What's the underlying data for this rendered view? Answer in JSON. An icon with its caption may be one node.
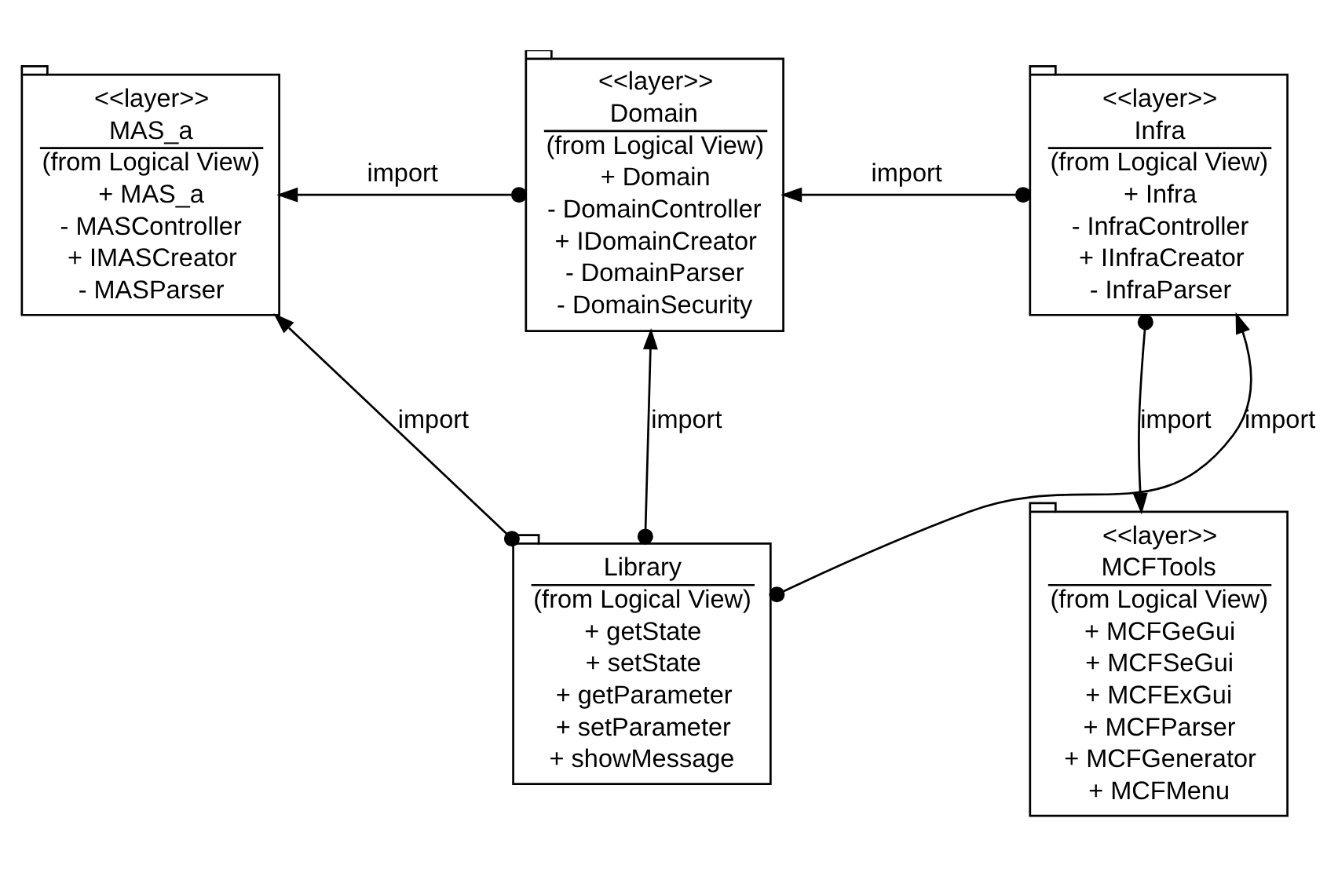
{
  "diagram": {
    "nodes": [
      {
        "text": [
          "<<layer>>",
          "MAS_a",
          "(from Logical View)",
          "+ MAS_a",
          "- MASController",
          "+ IMASCreator",
          "- MASParser"
        ]
      },
      {
        "text": [
          "<<layer>>",
          "Domain",
          "(from Logical View)",
          "+ Domain",
          "- DomainController",
          "+ IDomainCreator",
          "- DomainParser",
          "- DomainSecurity"
        ]
      },
      {
        "text": [
          "<<layer>>",
          "Infra",
          "(from Logical View)",
          "+ Infra",
          "- InfraController",
          "+ IInfraCreator",
          "- InfraParser"
        ]
      },
      {
        "text": [
          "Library",
          "(from Logical View)",
          "+ getState",
          "+ setState",
          "+ getParameter",
          "+ setParameter",
          "+ showMessage"
        ]
      },
      {
        "text": [
          "<<layer>>",
          "MCFTools",
          "(from Logical View)",
          "+ MCFGeGui",
          "+ MCFSeGui",
          "+ MCFExGui",
          "+ MCFParser",
          "+ MCFGenerator",
          "+ MCFMenu"
        ]
      }
    ],
    "edges": [
      {
        "from": 1,
        "to": 0,
        "arrow": "to",
        "label": "import"
      },
      {
        "from": 2,
        "to": 1,
        "arrow": "to",
        "label": "import"
      },
      {
        "from": 2,
        "to": 4,
        "arrow": "to",
        "label": "import"
      },
      {
        "from": 3,
        "to": 0,
        "arrow": "to",
        "label": "import"
      },
      {
        "from": 3,
        "to": 1,
        "arrow": "to",
        "label": "import"
      },
      {
        "from": 3,
        "to": 2,
        "arrow": "to",
        "label": "import"
      }
    ]
  }
}
